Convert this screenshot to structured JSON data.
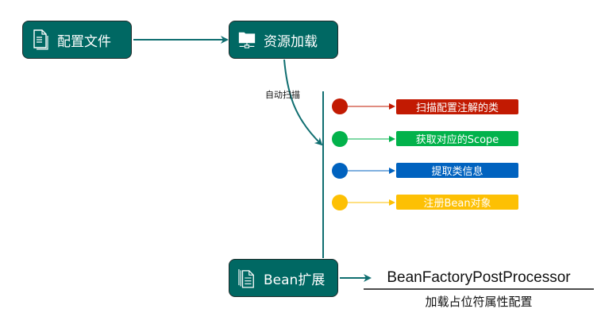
{
  "nodes": {
    "config_file": {
      "label": "配置文件",
      "icon": "document-icon"
    },
    "resource_loading": {
      "label": "资源加载",
      "icon": "network-folder-icon"
    },
    "bean_extension": {
      "label": "Bean扩展",
      "icon": "documents-icon"
    }
  },
  "edge_label": "自动扫描",
  "steps": [
    {
      "label": "扫描配置注解的类",
      "color": "#c21a02"
    },
    {
      "label": "获取对应的Scope",
      "color": "#02b24b"
    },
    {
      "label": "提取类信息",
      "color": "#0062bf"
    },
    {
      "label": "注册Bean对象",
      "color": "#fdc004"
    }
  ],
  "extension": {
    "title": "BeanFactoryPostProcessor",
    "subtitle": "加载占位符属性配置"
  },
  "colors": {
    "node": "#006863",
    "edge": "#0f6e70"
  }
}
